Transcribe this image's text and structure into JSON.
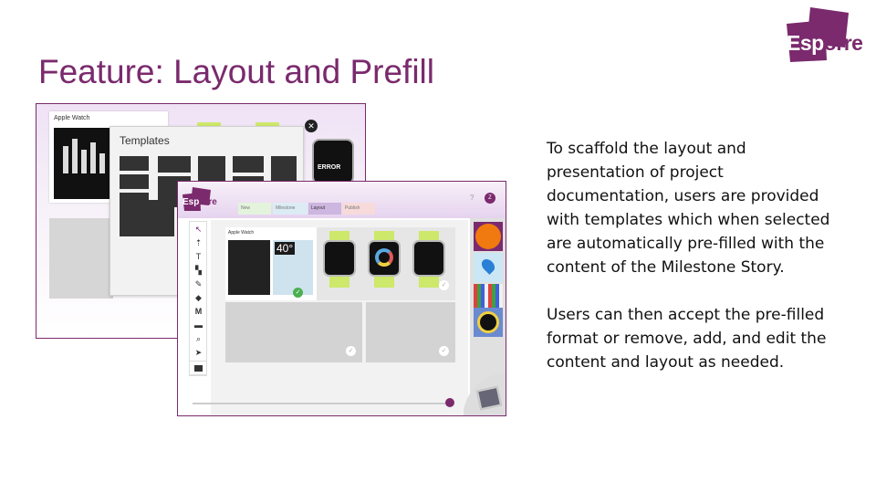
{
  "slide": {
    "title": "Feature: Layout and Prefill",
    "paragraphs": [
      "To scaffold the layout and presentation of project documentation, users are provided with templates which when selected are automatically pre-filled with the content of the Milestone Story.",
      "Users can then accept the pre-filled format or remove, add, and edit the content and layout as needed."
    ]
  },
  "logo": {
    "text_main": "Esp",
    "text_tail": "orre"
  },
  "colors": {
    "brand": "#7a2a6d",
    "strap_green": "#cde86a",
    "panel_gray": "#d3d3d3"
  },
  "shot1": {
    "card_label": "Apple Watch",
    "templates_title": "Templates",
    "watch_text": "ERROR",
    "close_icon": "close-icon"
  },
  "shot2": {
    "tabs": [
      "New",
      "Milestone",
      "Layout",
      "Publish"
    ],
    "active_tab": "Layout",
    "help": "?",
    "avatar": "Z",
    "card_label": "Apple Watch",
    "temp": "40°",
    "tools": [
      "cursor-icon",
      "upload-icon",
      "text-icon",
      "shape-icon",
      "pen-icon",
      "fill-icon",
      "marker-icon",
      "comment-icon",
      "zoom-icon",
      "send-icon",
      "stop-icon"
    ],
    "tool_glyphs": [
      "↖",
      "⇡",
      "T",
      "▚",
      "✎",
      "◆",
      "M",
      "▬",
      "⌕",
      "➤"
    ],
    "check_glyph": "✓"
  }
}
